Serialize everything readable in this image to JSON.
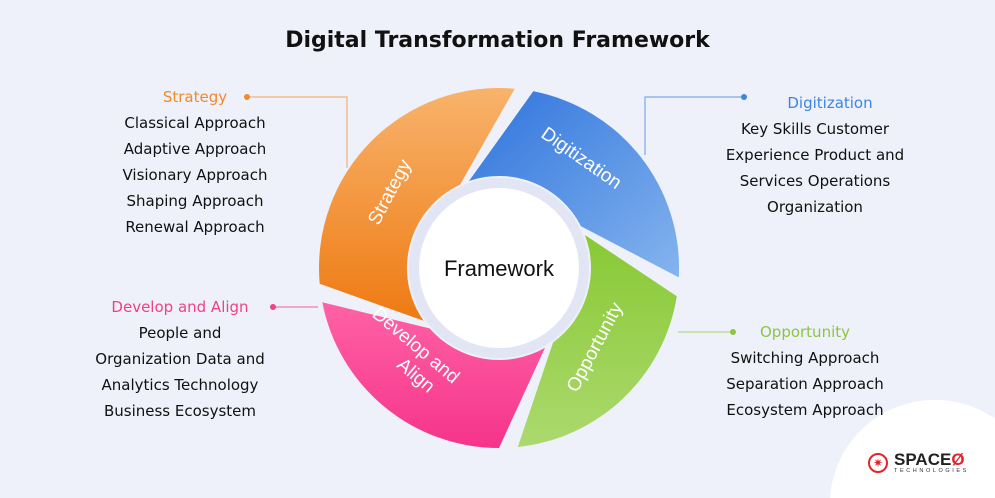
{
  "title": "Digital Transformation Framework",
  "center_label": "Framework",
  "colors": {
    "background": "#eef0fa",
    "strategy": "#f08a2a",
    "digitization": "#3d86e0",
    "develop": "#f0408a",
    "opportunity": "#8cc63f"
  },
  "segments": [
    {
      "label": "Strategy"
    },
    {
      "label": "Digitization"
    },
    {
      "label": "Opportunity"
    },
    {
      "label_line1": "Develop and",
      "label_line2": "Align"
    }
  ],
  "blocks": {
    "strategy": {
      "heading": "Strategy",
      "lines": [
        "Classical Approach",
        "Adaptive Approach",
        "Visionary Approach",
        "Shaping Approach",
        "Renewal Approach"
      ]
    },
    "digitization": {
      "heading": "Digitization",
      "lines": [
        "Key Skills Customer",
        "Experience Product and",
        "Services Operations",
        "Organization"
      ]
    },
    "develop": {
      "heading": "Develop and Align",
      "lines": [
        "People and",
        "Organization Data and",
        "Analytics Technology",
        "Business Ecosystem"
      ]
    },
    "opportunity": {
      "heading": "Opportunity",
      "lines": [
        "Switching Approach",
        "Separation Approach",
        "Ecosystem Approach"
      ]
    }
  },
  "logo": {
    "brand": "SPACE",
    "brand_mark": "Ø",
    "tagline": "TECHNOLOGIES",
    "icon": "maple-leaf-icon"
  }
}
